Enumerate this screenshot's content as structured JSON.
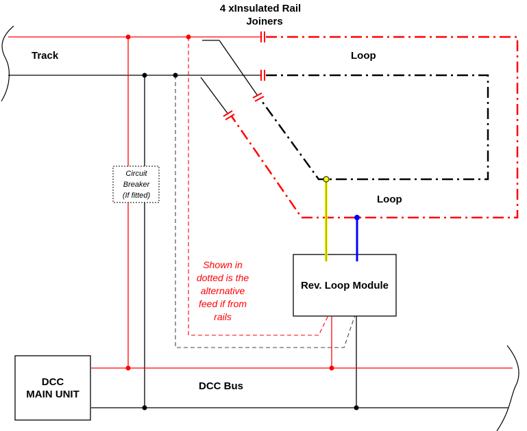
{
  "labels": {
    "joiners_line1": "4 xInsulated Rail",
    "joiners_line2": "Joiners",
    "track": "Track",
    "loop_top": "Loop",
    "loop_bottom": "Loop",
    "breaker_line1": "Circuit",
    "breaker_line2": "Breaker",
    "breaker_line3": "(If fitted)",
    "note_line1": "Shown in",
    "note_line2": "dotted is the",
    "note_line3": "alternative",
    "note_line4": "feed if from",
    "note_line5": "rails",
    "module": "Rev. Loop Module",
    "dcc_line1": "DCC",
    "dcc_line2": "MAIN UNIT",
    "dcc_bus": "DCC Bus"
  },
  "colors": {
    "red_rail": "#ff0000",
    "black_rail": "#000000",
    "yellow_feed": "#ffff00",
    "blue_feed": "#0000ff",
    "alt_feed_dash": "#444444"
  }
}
